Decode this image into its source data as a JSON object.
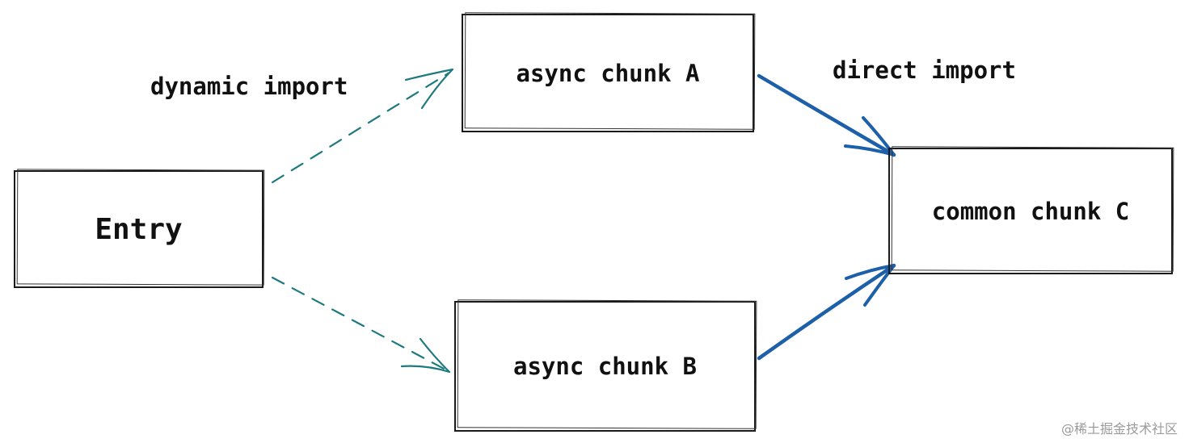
{
  "nodes": {
    "entry": "Entry",
    "async_a": "async chunk A",
    "async_b": "async chunk B",
    "common_c": "common chunk C"
  },
  "edges": [
    {
      "from": "Entry",
      "to": "async chunk A",
      "style": "dashed",
      "color": "#1f7a80"
    },
    {
      "from": "Entry",
      "to": "async chunk B",
      "style": "dashed",
      "color": "#1f7a80"
    },
    {
      "from": "async chunk A",
      "to": "common chunk C",
      "style": "solid",
      "color": "#1d5fa8"
    },
    {
      "from": "async chunk B",
      "to": "common chunk C",
      "style": "solid",
      "color": "#1d5fa8"
    }
  ],
  "labels": {
    "dynamic_import": "dynamic import",
    "direct_import": "direct import"
  },
  "watermark": "@稀土掘金技术社区",
  "colors": {
    "dashed_arrow": "#1f7a80",
    "solid_arrow": "#1d5fa8",
    "box_stroke": "#1a1a1a"
  }
}
